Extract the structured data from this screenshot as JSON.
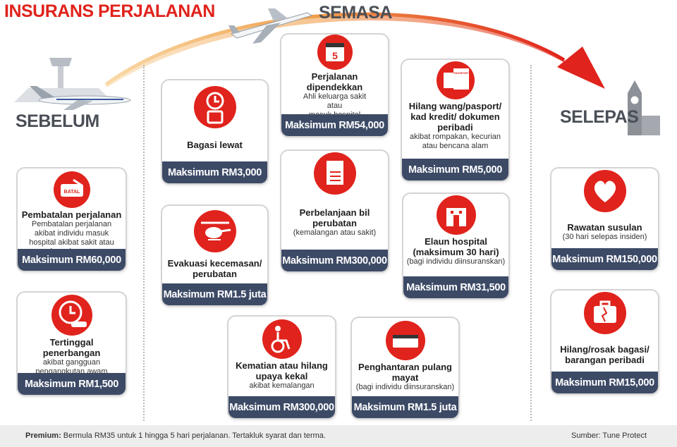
{
  "header": {
    "title": "INSURANS PERJALANAN"
  },
  "phases": {
    "before": "SEBELUM",
    "during": "SEMASA",
    "after": "SELEPAS"
  },
  "cards": {
    "pembatalan": {
      "icon_text": "BATAL",
      "title": "Pembatalan perjalanan",
      "desc": "Pembatalan perjalanan akibat individu masuk hospital akibat sakit atau kemalangan",
      "max": "Maksimum RM60,000"
    },
    "tertinggal": {
      "title": "Tertinggal penerbangan",
      "desc": "akibat gangguan pengangkutan awam",
      "max": "Maksimum RM1,500"
    },
    "bagasi_lewat": {
      "title": "Bagasi lewat",
      "max": "Maksimum RM3,000"
    },
    "evakuasi": {
      "title": "Evakuasi kecemasan/ perubatan",
      "max": "Maksimum RM1.5 juta"
    },
    "dipendekkan": {
      "icon_text": "5",
      "title": "Perjalanan dipendekkan",
      "desc1": "Ahli keluarga sakit",
      "desc2": "atau",
      "desc3": "masuk hospital",
      "max": "Maksimum RM54,000"
    },
    "perubatan": {
      "title": "Perbelanjaan bil perubatan",
      "desc": "(kemalangan atau sakit)",
      "max": "Maksimum RM300,000"
    },
    "hilang_wang": {
      "icon_text": "PASSPORT",
      "title": "Hilang wang/pasport/ kad kredit/ dokumen peribadi",
      "desc": "akibat rompakan, kecurian atau bencana alam",
      "max": "Maksimum RM5,000"
    },
    "elaun": {
      "title": "Elaun hospital (maksimum 30 hari)",
      "desc": "(bagi individu diinsuranskan)",
      "max": "Maksimum RM31,500"
    },
    "kematian": {
      "title": "Kematian atau hilang upaya kekal",
      "desc": "akibat kemalangan",
      "max": "Maksimum RM300,000"
    },
    "pulang_mayat": {
      "title": "Penghantaran pulang mayat",
      "desc": "(bagi individu diinsuranskan)",
      "max": "Maksimum RM1.5 juta"
    },
    "rawatan": {
      "title": "Rawatan susulan",
      "desc": "(30 hari selepas insiden)",
      "max": "Maksimum RM150,000"
    },
    "bagasi_rosak": {
      "title": "Hilang/rosak bagasi/ barangan peribadi",
      "max": "Maksimum RM15,000"
    }
  },
  "footer": {
    "premium_label": "Premium:",
    "premium_text": " Bermula RM35 untuk 1 hingga 5 hari perjalanan. Tertakluk syarat dan terma.",
    "source": "Sumber: Tune Protect"
  },
  "colors": {
    "red": "#e0231c",
    "navy": "#3c4a66",
    "grey": "#4a4f57"
  },
  "icons": [
    "airport-tower-icon",
    "airplane-icon",
    "big-ben-icon",
    "ticket-icon",
    "alarm-car-icon",
    "clock-luggage-icon",
    "helicopter-icon",
    "calendar-icon",
    "medical-bill-icon",
    "passport-money-icon",
    "hospital-icon",
    "wheelchair-icon",
    "coffin-icon",
    "heart-icon",
    "broken-luggage-icon"
  ]
}
